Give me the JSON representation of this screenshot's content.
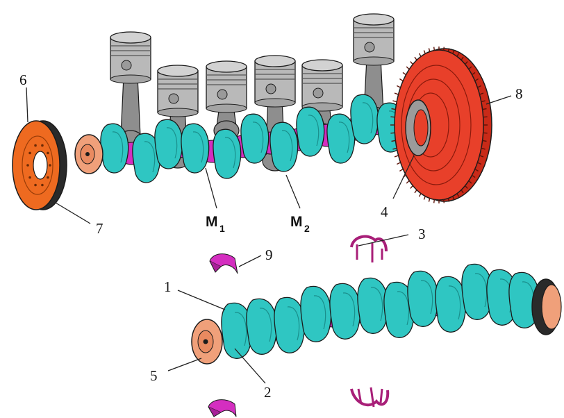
{
  "labels": {
    "l1": "1",
    "l2": "2",
    "l3": "3",
    "l4": "4",
    "l5": "5",
    "l6": "6",
    "l7": "7",
    "l8": "8",
    "l9": "9",
    "m1": "M",
    "m1_sub": "1",
    "m2": "M",
    "m2_sub": "2"
  },
  "colors": {
    "web": "#2fc6c2",
    "web_dark": "#1a8f8c",
    "journal": "#d42ec0",
    "piston": "#b9b9b9",
    "rod": "#8e8e8e",
    "flywheel": "#e8402a",
    "damper": "#ee6a20",
    "nose": "#f0a07a",
    "outline": "#1b1b1b"
  },
  "icons": {
    "flywheel": "flywheel-icon",
    "damper": "vibration-damper-icon",
    "bearing": "thrust-bearing-icon"
  }
}
